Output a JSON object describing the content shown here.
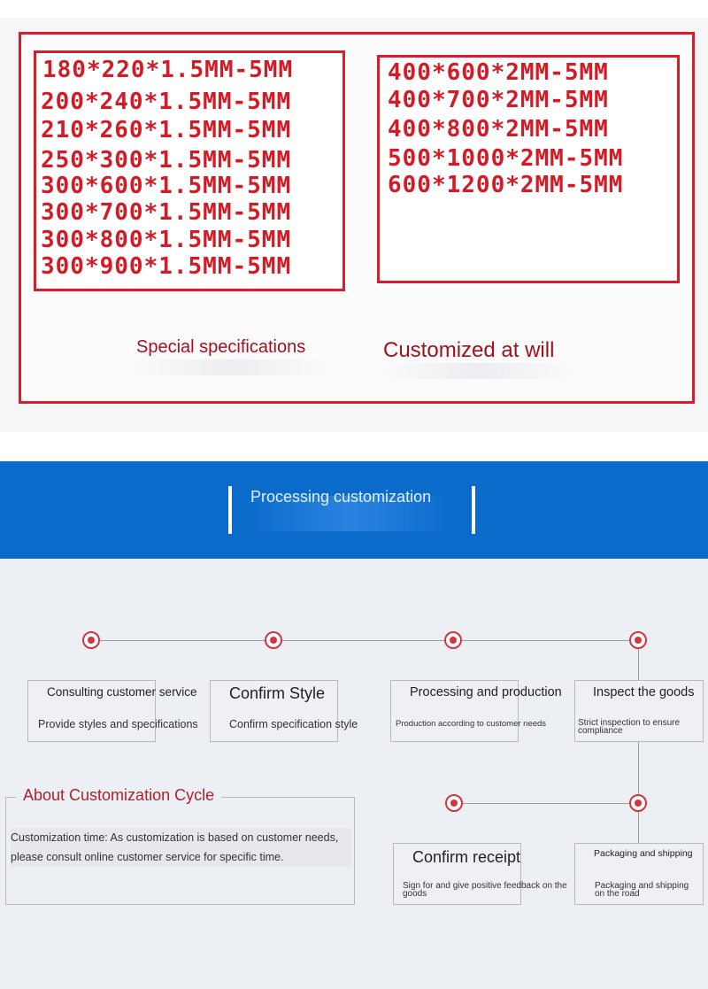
{
  "specs": {
    "left_sizes": [
      "180*220*1.5MM-5MM",
      "200*240*1.5MM-5MM",
      "210*260*1.5MM-5MM",
      "250*300*1.5MM-5MM",
      "300*600*1.5MM-5MM",
      "300*700*1.5MM-5MM",
      "300*800*1.5MM-5MM",
      "300*900*1.5MM-5MM"
    ],
    "right_sizes": [
      "400*600*2MM-5MM",
      "400*700*2MM-5MM",
      "400*800*2MM-5MM",
      "500*1000*2MM-5MM",
      "600*1200*2MM-5MM"
    ],
    "caption_left": "Special specifications",
    "caption_right": "Customized at will"
  },
  "banner": {
    "title": "Processing customization"
  },
  "process": {
    "steps": [
      {
        "title": "Consulting customer service",
        "subtitle": "Provide styles and specifications"
      },
      {
        "title": "Confirm Style",
        "subtitle": "Confirm specification style"
      },
      {
        "title": "Processing and production",
        "subtitle": "Production according to customer needs"
      },
      {
        "title": "Inspect the goods",
        "subtitle": "Strict inspection to ensure compliance"
      },
      {
        "title": "Packaging and shipping",
        "subtitle": "Packaging and shipping on the road"
      },
      {
        "title": "Confirm receipt",
        "subtitle": "Sign for and give positive feedback on the goods"
      }
    ]
  },
  "about": {
    "title": "About Customization Cycle",
    "text": "Customization time: As customization is based on customer needs, please consult online customer service for specific time."
  },
  "colors": {
    "accent_red": "#d81e2a",
    "banner_blue": "#0a6bcb"
  }
}
